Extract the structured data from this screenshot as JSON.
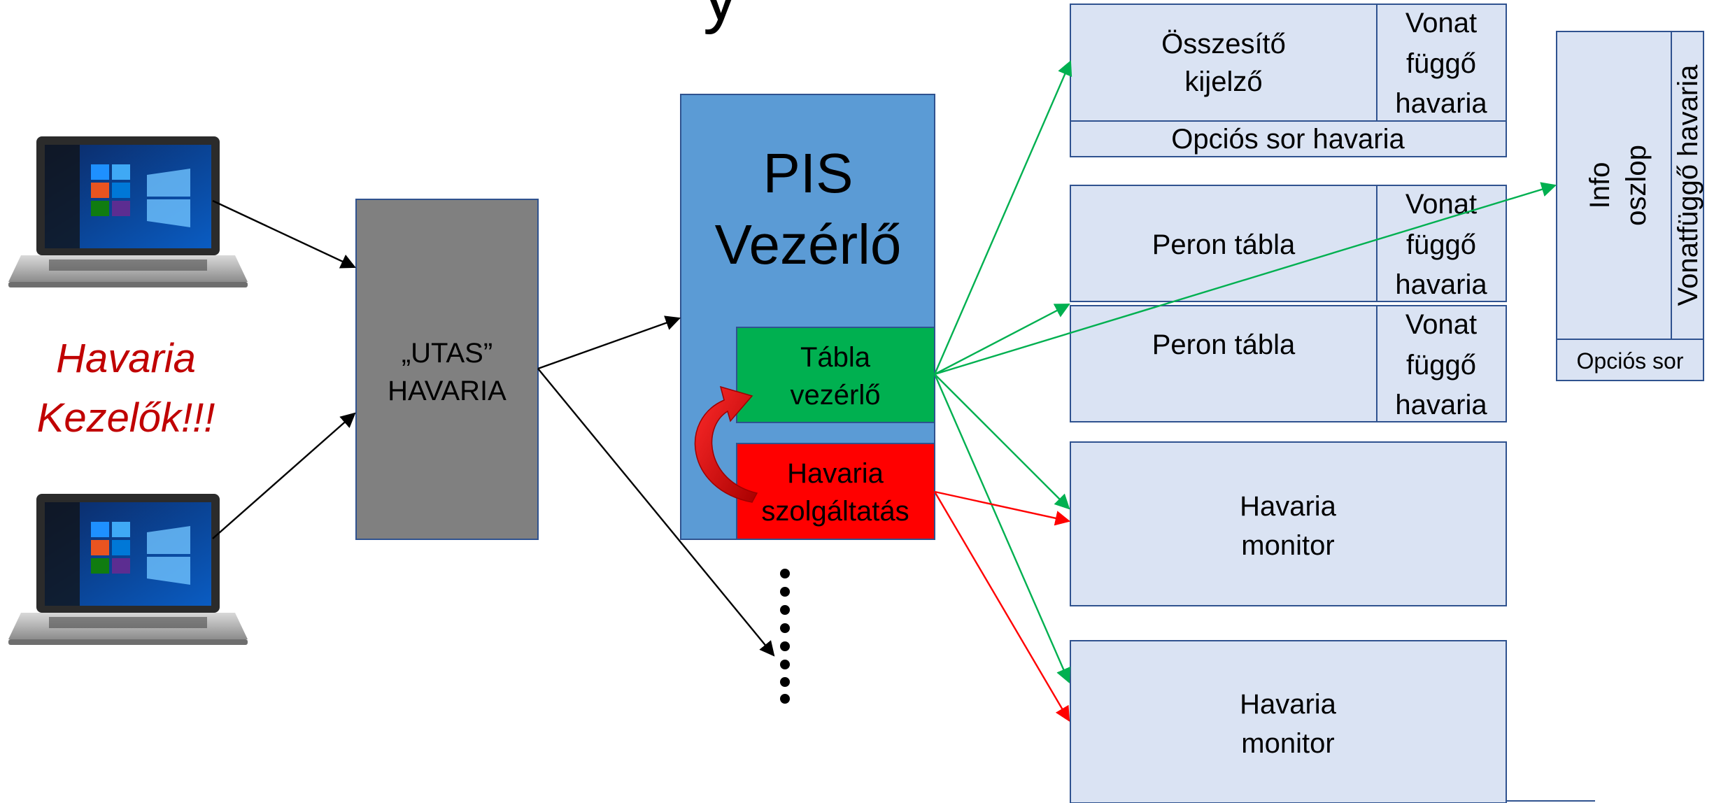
{
  "title_fragment": "y",
  "havaria_kezelok": [
    "Havaria",
    "Kezelők!!!"
  ],
  "utas_havaria": [
    "„UTAS”",
    "HAVARIA"
  ],
  "pis": {
    "title": [
      "PIS",
      "Vezérlő"
    ],
    "tabla_vezerlo": [
      "Tábla",
      "vezérlő"
    ],
    "havaria_szolgaltatas": [
      "Havaria",
      "szolgáltatás"
    ]
  },
  "osszesito": {
    "main": [
      "Összesítő",
      "kijelző"
    ],
    "side": [
      "Vonat",
      "függő",
      "havaria"
    ],
    "bottom": "Opciós sor havaria"
  },
  "peron_1": {
    "main": "Peron tábla",
    "side": [
      "Vonat",
      "függő",
      "havaria"
    ]
  },
  "peron_2": {
    "main": "Peron tábla",
    "side": [
      "Vonat",
      "függő",
      "havaria"
    ]
  },
  "havaria_monitor_1": [
    "Havaria",
    "monitor"
  ],
  "havaria_monitor_2": [
    "Havaria",
    "monitor"
  ],
  "info_oszlop": {
    "main": [
      "Info",
      "oszlop"
    ],
    "side": "Vonatfüggő havaria",
    "bottom": "Opciós sor"
  },
  "colors": {
    "panel_fill": "#dae3f3",
    "panel_stroke": "#2f528f",
    "pis_fill": "#5b9bd5",
    "green": "#00b050",
    "red": "#ff0000",
    "grey": "#808080",
    "havaria_text": "#c00000"
  },
  "icons": [
    "laptop-icon",
    "laptop-icon"
  ]
}
